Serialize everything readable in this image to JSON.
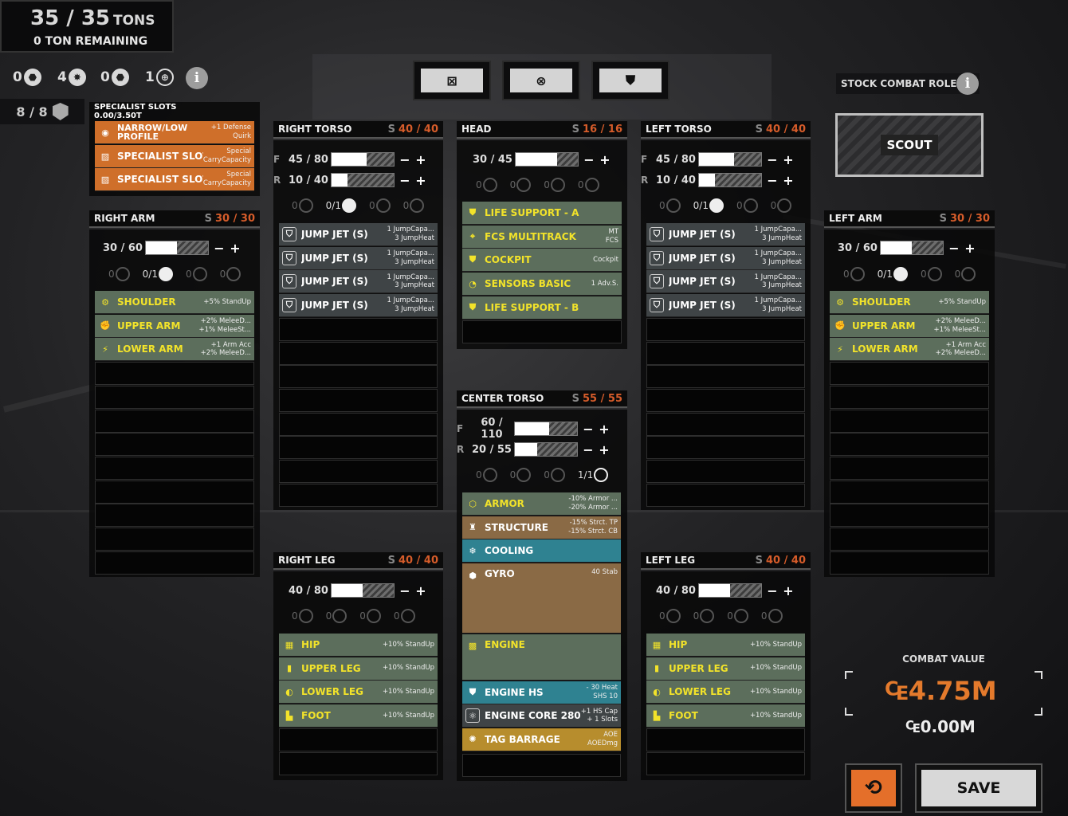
{
  "tonnage": {
    "current": "35",
    "sep": "/",
    "max": "35",
    "unit": "TONS",
    "remaining": "0 TON REMAINING"
  },
  "hardpoints": [
    {
      "count": "0",
      "icon": "ballistic-icon"
    },
    {
      "count": "4",
      "icon": "energy-icon"
    },
    {
      "count": "0",
      "icon": "missile-icon"
    },
    {
      "count": "1",
      "icon": "support-icon"
    }
  ],
  "rank": {
    "value": "8 / 8",
    "icon": "rank-icon"
  },
  "view_buttons": [
    {
      "icon": "box-x-icon",
      "glyph": "⊠"
    },
    {
      "icon": "shield-x-icon",
      "glyph": "⊗"
    },
    {
      "icon": "shield-icon",
      "glyph": "⛊"
    }
  ],
  "stock_role": {
    "label": "STOCK COMBAT ROLE",
    "value": "SCOUT"
  },
  "specialist": {
    "title": "SPECIALIST SLOTS",
    "capacity": "0.00/3.50T",
    "slots": [
      {
        "name": "NARROW/LOW PROFILE",
        "d1": "+1 Defense",
        "d2": "Quirk"
      },
      {
        "name": "SPECIALIST SLOT",
        "d1": "Special",
        "d2": "CarryCapacity"
      },
      {
        "name": "SPECIALIST SLOT",
        "d1": "Special",
        "d2": "CarryCapacity"
      }
    ]
  },
  "right_arm": {
    "title": "RIGHT ARM",
    "s": "S",
    "struct": "30 / 30",
    "armor": "30 / 60",
    "energy": "0/1",
    "slots": [
      {
        "name": "SHOULDER",
        "d1": "+5% StandUp",
        "d2": ""
      },
      {
        "name": "UPPER ARM",
        "d1": "+2% MeleeD...",
        "d2": "+1% MeleeSt..."
      },
      {
        "name": "LOWER ARM",
        "d1": "+1 Arm Acc",
        "d2": "+2% MeleeD..."
      }
    ]
  },
  "right_torso": {
    "title": "RIGHT TORSO",
    "s": "S",
    "struct": "40 / 40",
    "f_label": "F",
    "front": "45 / 80",
    "r_label": "R",
    "rear": "10 / 40",
    "energy": "0/1",
    "slots": [
      {
        "name": "JUMP JET (S)",
        "d1": "1 JumpCapa...",
        "d2": "3 JumpHeat"
      },
      {
        "name": "JUMP JET (S)",
        "d1": "1 JumpCapa...",
        "d2": "3 JumpHeat"
      },
      {
        "name": "JUMP JET (S)",
        "d1": "1 JumpCapa...",
        "d2": "3 JumpHeat"
      },
      {
        "name": "JUMP JET (S)",
        "d1": "1 JumpCapa...",
        "d2": "3 JumpHeat"
      }
    ]
  },
  "head": {
    "title": "HEAD",
    "s": "S",
    "struct": "16 / 16",
    "armor": "30 / 45",
    "slots": [
      {
        "name": "LIFE SUPPORT - A",
        "d1": "",
        "d2": ""
      },
      {
        "name": "FCS MULTITRACK",
        "d1": "MT",
        "d2": "FCS"
      },
      {
        "name": "COCKPIT",
        "d1": "Cockpit",
        "d2": ""
      },
      {
        "name": "SENSORS BASIC",
        "d1": "1 Adv.S.",
        "d2": ""
      },
      {
        "name": "LIFE SUPPORT - B",
        "d1": "",
        "d2": ""
      }
    ]
  },
  "left_torso": {
    "title": "LEFT TORSO",
    "s": "S",
    "struct": "40 / 40",
    "f_label": "F",
    "front": "45 / 80",
    "r_label": "R",
    "rear": "10 / 40",
    "energy": "0/1",
    "slots": [
      {
        "name": "JUMP JET (S)",
        "d1": "1 JumpCapa...",
        "d2": "3 JumpHeat"
      },
      {
        "name": "JUMP JET (S)",
        "d1": "1 JumpCapa...",
        "d2": "3 JumpHeat"
      },
      {
        "name": "JUMP JET (S)",
        "d1": "1 JumpCapa...",
        "d2": "3 JumpHeat"
      },
      {
        "name": "JUMP JET (S)",
        "d1": "1 JumpCapa...",
        "d2": "3 JumpHeat"
      }
    ]
  },
  "left_arm": {
    "title": "LEFT ARM",
    "s": "S",
    "struct": "30 / 30",
    "armor": "30 / 60",
    "energy": "0/1",
    "slots": [
      {
        "name": "SHOULDER",
        "d1": "+5% StandUp",
        "d2": ""
      },
      {
        "name": "UPPER ARM",
        "d1": "+2% MeleeD...",
        "d2": "+1% MeleeSt..."
      },
      {
        "name": "LOWER ARM",
        "d1": "+1 Arm Acc",
        "d2": "+2% MeleeD..."
      }
    ]
  },
  "center_torso": {
    "title": "CENTER TORSO",
    "s": "S",
    "struct": "55 / 55",
    "f_label": "F",
    "front": "60 / 110",
    "r_label": "R",
    "rear": "20 / 55",
    "support": "1/1",
    "slots": [
      {
        "name": "ARMOR",
        "d1": "-10% Armor ...",
        "d2": "-20% Armor ..."
      },
      {
        "name": "STRUCTURE",
        "d1": "-15% Strct. TP",
        "d2": "-15% Strct. CB"
      },
      {
        "name": "COOLING",
        "d1": "",
        "d2": ""
      },
      {
        "name": "GYRO",
        "d1": "40 Stab",
        "d2": ""
      },
      {
        "name": "ENGINE",
        "d1": "",
        "d2": ""
      },
      {
        "name": "ENGINE HS",
        "d1": "- 30 Heat",
        "d2": "SHS 10"
      },
      {
        "name": "ENGINE CORE 280",
        "d1": "+1 HS Cap",
        "d2": "+ 1 Slots"
      },
      {
        "name": "TAG BARRAGE",
        "d1": "AOE",
        "d2": "AOEDmg"
      }
    ]
  },
  "right_leg": {
    "title": "RIGHT LEG",
    "s": "S",
    "struct": "40 / 40",
    "armor": "40 / 80",
    "slots": [
      {
        "name": "HIP",
        "d1": "+10% StandUp",
        "d2": ""
      },
      {
        "name": "UPPER LEG",
        "d1": "+10% StandUp",
        "d2": ""
      },
      {
        "name": "LOWER LEG",
        "d1": "+10% StandUp",
        "d2": ""
      },
      {
        "name": "FOOT",
        "d1": "+10% StandUp",
        "d2": ""
      }
    ]
  },
  "left_leg": {
    "title": "LEFT LEG",
    "s": "S",
    "struct": "40 / 40",
    "armor": "40 / 80",
    "slots": [
      {
        "name": "HIP",
        "d1": "+10% StandUp",
        "d2": ""
      },
      {
        "name": "UPPER LEG",
        "d1": "+10% StandUp",
        "d2": ""
      },
      {
        "name": "LOWER LEG",
        "d1": "+10% StandUp",
        "d2": ""
      },
      {
        "name": "FOOT",
        "d1": "+10% StandUp",
        "d2": ""
      }
    ]
  },
  "armor_fill": {
    "right_arm": 0.5,
    "right_torso_front": 0.5625,
    "right_torso_rear": 0.25,
    "head": 0.667,
    "left_torso_front": 0.5625,
    "left_torso_rear": 0.25,
    "left_arm": 0.5,
    "ct_front": 0.545,
    "ct_rear": 0.364,
    "right_leg": 0.5,
    "left_leg": 0.5
  },
  "combat_value": {
    "label": "COMBAT VALUE",
    "value": "₠4.75M",
    "cost": "₠0.00M"
  },
  "buttons": {
    "undo_glyph": "⟲",
    "save": "SAVE"
  },
  "colors": {
    "accent": "#e47a2c",
    "green_slot": "#5c6e5c",
    "slot_text": "#f2e32a"
  }
}
